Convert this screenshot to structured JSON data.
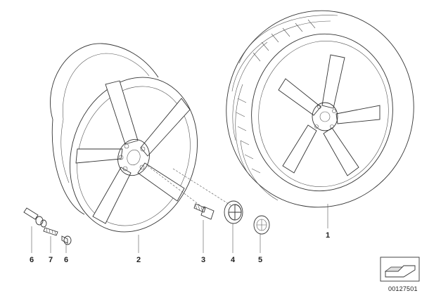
{
  "diagram": {
    "callouts": [
      {
        "id": "c6a",
        "label": "6"
      },
      {
        "id": "c7",
        "label": "7"
      },
      {
        "id": "c6b",
        "label": "6"
      },
      {
        "id": "c2",
        "label": "2"
      },
      {
        "id": "c3",
        "label": "3"
      },
      {
        "id": "c4",
        "label": "4"
      },
      {
        "id": "c5",
        "label": "5"
      },
      {
        "id": "c1",
        "label": "1"
      }
    ],
    "document_number": "00127501"
  }
}
